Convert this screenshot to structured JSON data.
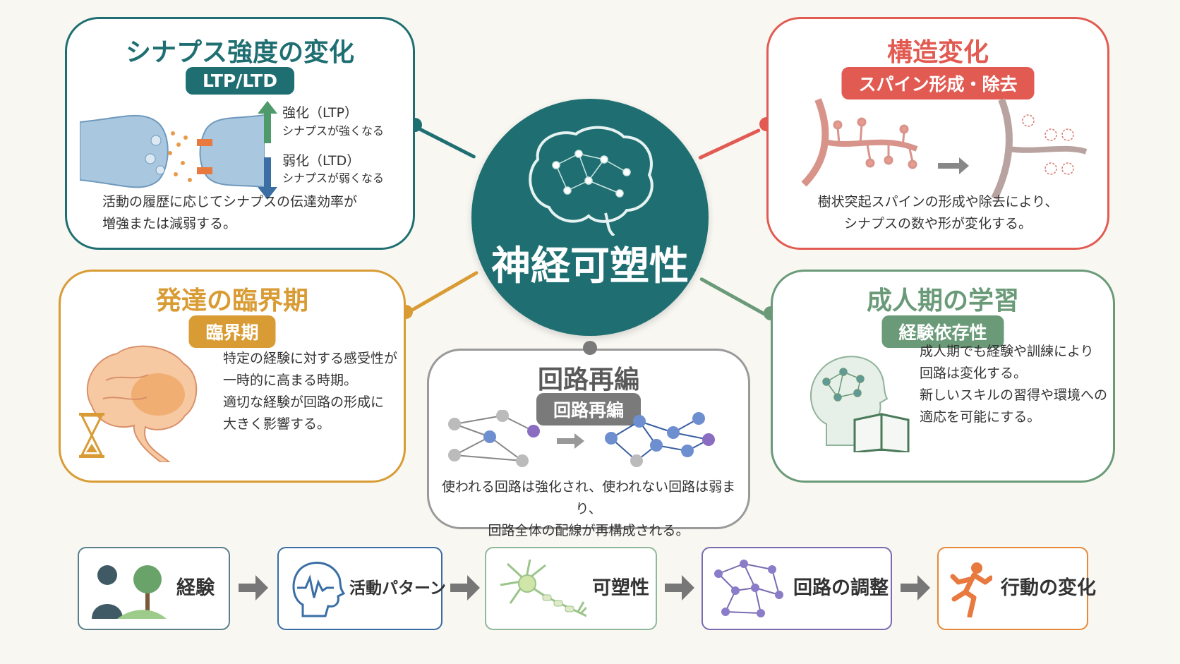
{
  "center": {
    "title": "神経可塑性"
  },
  "cards": {
    "synapse": {
      "title": "シナプス強度の変化",
      "tag": "LTP/LTD",
      "up_label": "強化（LTP）",
      "up_desc": "シナプスが強くなる",
      "down_label": "弱化（LTD）",
      "down_desc": "シナプスが弱くなる",
      "text": "活動の履歴に応じてシナプスの伝達効率が\n増強または減弱する。"
    },
    "structure": {
      "title": "構造変化",
      "tag": "スパイン形成・除去",
      "text": "樹状突起スパインの形成や除去により、\nシナプスの数や形が変化する。"
    },
    "critical": {
      "title": "発達の臨界期",
      "tag": "臨界期",
      "text": "特定の経験に対する感受性が\n一時的に高まる時期。\n適切な経験が回路の形成に\n大きく影響する。"
    },
    "rewire": {
      "title": "回路再編",
      "tag": "回路再編",
      "text": "使われる回路は強化され、使われない回路は弱まり、\n回路全体の配線が再構成される。"
    },
    "adult": {
      "title": "成人期の学習",
      "tag": "経験依存性",
      "text": "成人期でも経験や訓練により\n回路は変化する。\n新しいスキルの習得や環境への\n適応を可能にする。"
    }
  },
  "flow": [
    "経験",
    "活動パターン",
    "可塑性",
    "回路の調整",
    "行動の変化"
  ],
  "colors": {
    "teal": "#1f6f72",
    "red": "#e25b52",
    "orange": "#d99b33",
    "gray": "#7a7a7a",
    "green": "#6a9a78",
    "blue": "#3a6ea5",
    "purple": "#7a6bb0"
  }
}
